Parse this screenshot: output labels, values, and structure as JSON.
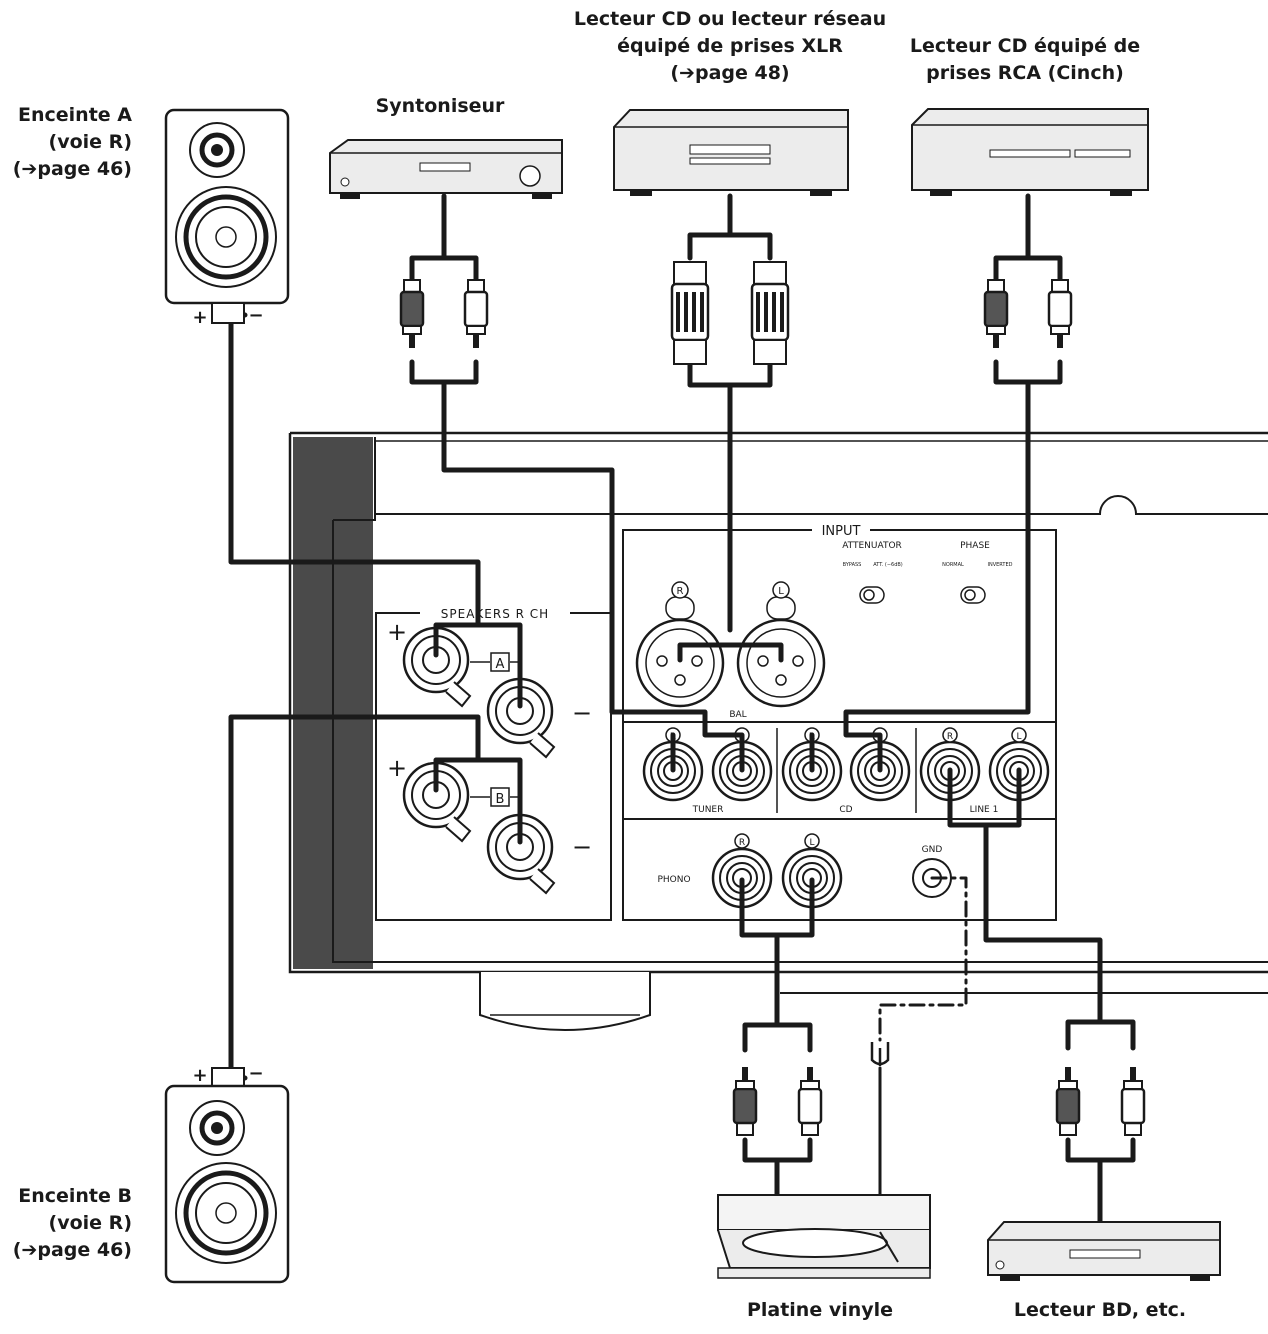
{
  "devices": {
    "tuner": {
      "title": "Syntoniseur"
    },
    "cd_xlr": {
      "line1": "Lecteur CD ou lecteur réseau",
      "line2": "équipé de prises XLR",
      "line3": "(➔page 48)"
    },
    "cd_rca": {
      "line1": "Lecteur CD équipé de",
      "line2": "prises RCA (Cinch)"
    },
    "speaker_a": {
      "line1": "Enceinte A",
      "line2": "(voie R)",
      "line3": "(➔page 46)"
    },
    "speaker_b": {
      "line1": "Enceinte B",
      "line2": "(voie R)",
      "line3": "(➔page 46)"
    },
    "turntable": {
      "title": "Platine vinyle"
    },
    "bd": {
      "title": "Lecteur BD, etc."
    }
  },
  "panel": {
    "speakers_title": "SPEAKERS R CH",
    "speaker_a_tag": "A",
    "speaker_b_tag": "B",
    "plus": "+",
    "minus": "−",
    "input_title": "INPUT",
    "attenuator": "ATTENUATOR",
    "att_bypass": "BYPASS",
    "att_on": "ATT. (−6dB)",
    "phase": "PHASE",
    "phase_normal": "NORMAL",
    "phase_inverted": "INVERTED",
    "bal": "BAL",
    "tuner": "TUNER",
    "cd": "CD",
    "line1": "LINE 1",
    "phono": "PHONO",
    "gnd": "GND",
    "r": "R",
    "l": "L"
  },
  "speaker_polarity": {
    "plus": "+",
    "minus": "−"
  },
  "colors": {
    "line": "#1a1a1a",
    "panel_dark": "#4a4a4a",
    "device_fill": "#ececec"
  }
}
